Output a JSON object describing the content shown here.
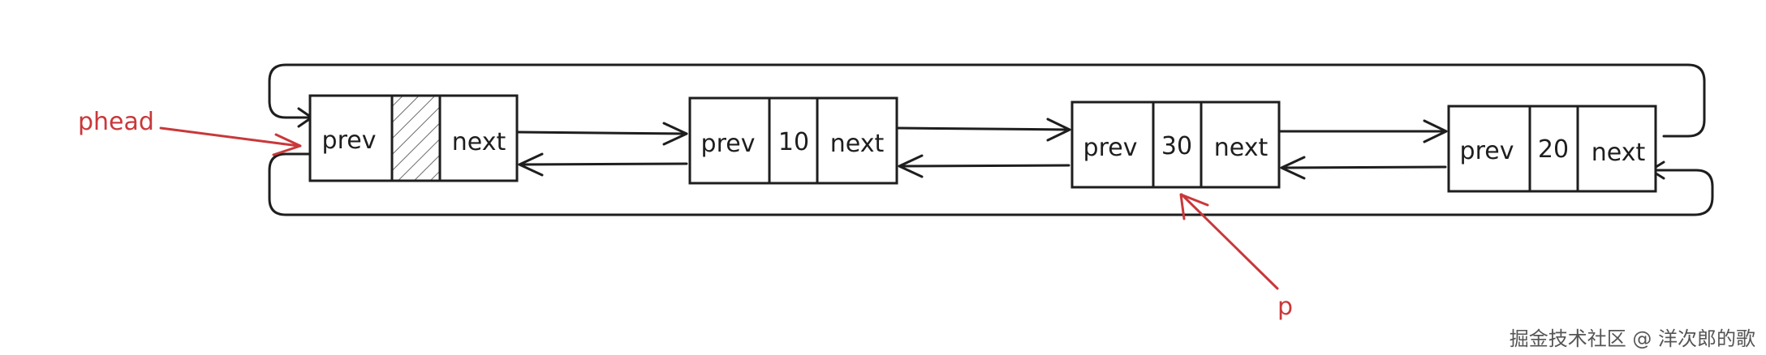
{
  "diagram": {
    "head_pointer_label": "phead",
    "cursor_pointer_label": "p",
    "nodes": [
      {
        "prev_label": "prev",
        "value": "",
        "next_label": "next",
        "sentinel": true
      },
      {
        "prev_label": "prev",
        "value": "10",
        "next_label": "next",
        "sentinel": false
      },
      {
        "prev_label": "prev",
        "value": "30",
        "next_label": "next",
        "sentinel": false
      },
      {
        "prev_label": "prev",
        "value": "20",
        "next_label": "next",
        "sentinel": false
      }
    ]
  },
  "watermark": "掘金技术社区 @ 洋次郎的歌",
  "colors": {
    "ink": "#1e1e1e",
    "annotation": "#c9383a",
    "watermark": "#555555"
  }
}
